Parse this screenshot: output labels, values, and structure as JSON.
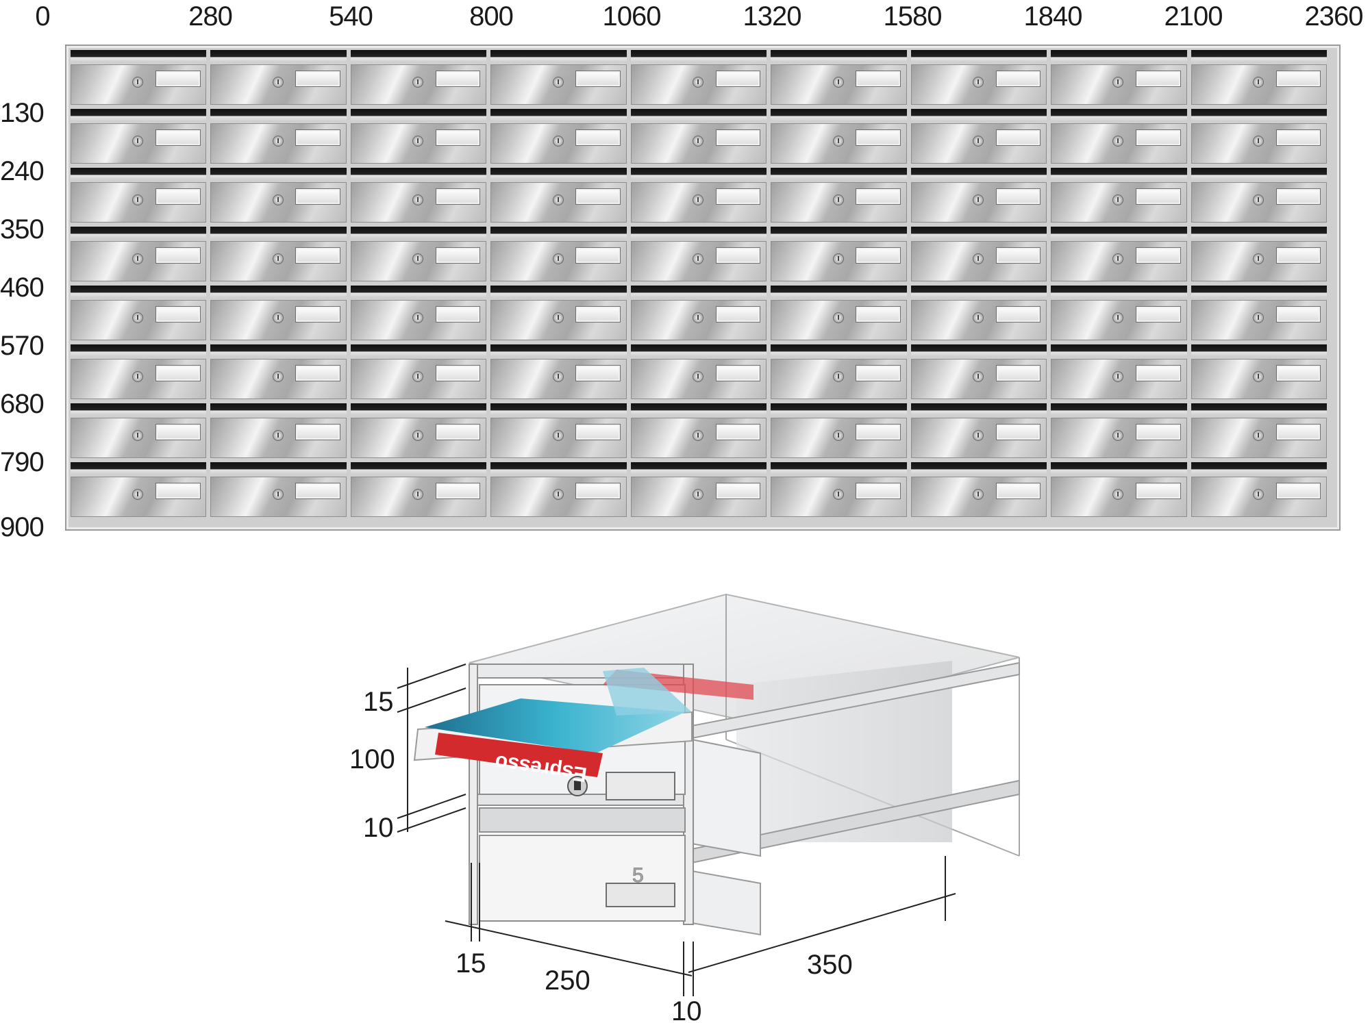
{
  "grid": {
    "columns": 9,
    "rows": 8
  },
  "axes": {
    "top_labels": [
      "0",
      "280",
      "540",
      "800",
      "1060",
      "1320",
      "1580",
      "1840",
      "2100",
      "2360"
    ],
    "side_labels": [
      "130",
      "240",
      "350",
      "460",
      "570",
      "680",
      "790",
      "900"
    ]
  },
  "detail": {
    "dimensions": [
      "15",
      "100",
      "10",
      "15",
      "250",
      "10",
      "350"
    ],
    "box_number": "5",
    "magazine_text": "Espresso"
  },
  "colors": {
    "steel_light": "#f4f4f4",
    "steel_dark": "#9e9e9e",
    "slot": "#111111",
    "magazine_red": "#d32a2e",
    "magazine_cyan": "#2aa7c4"
  }
}
